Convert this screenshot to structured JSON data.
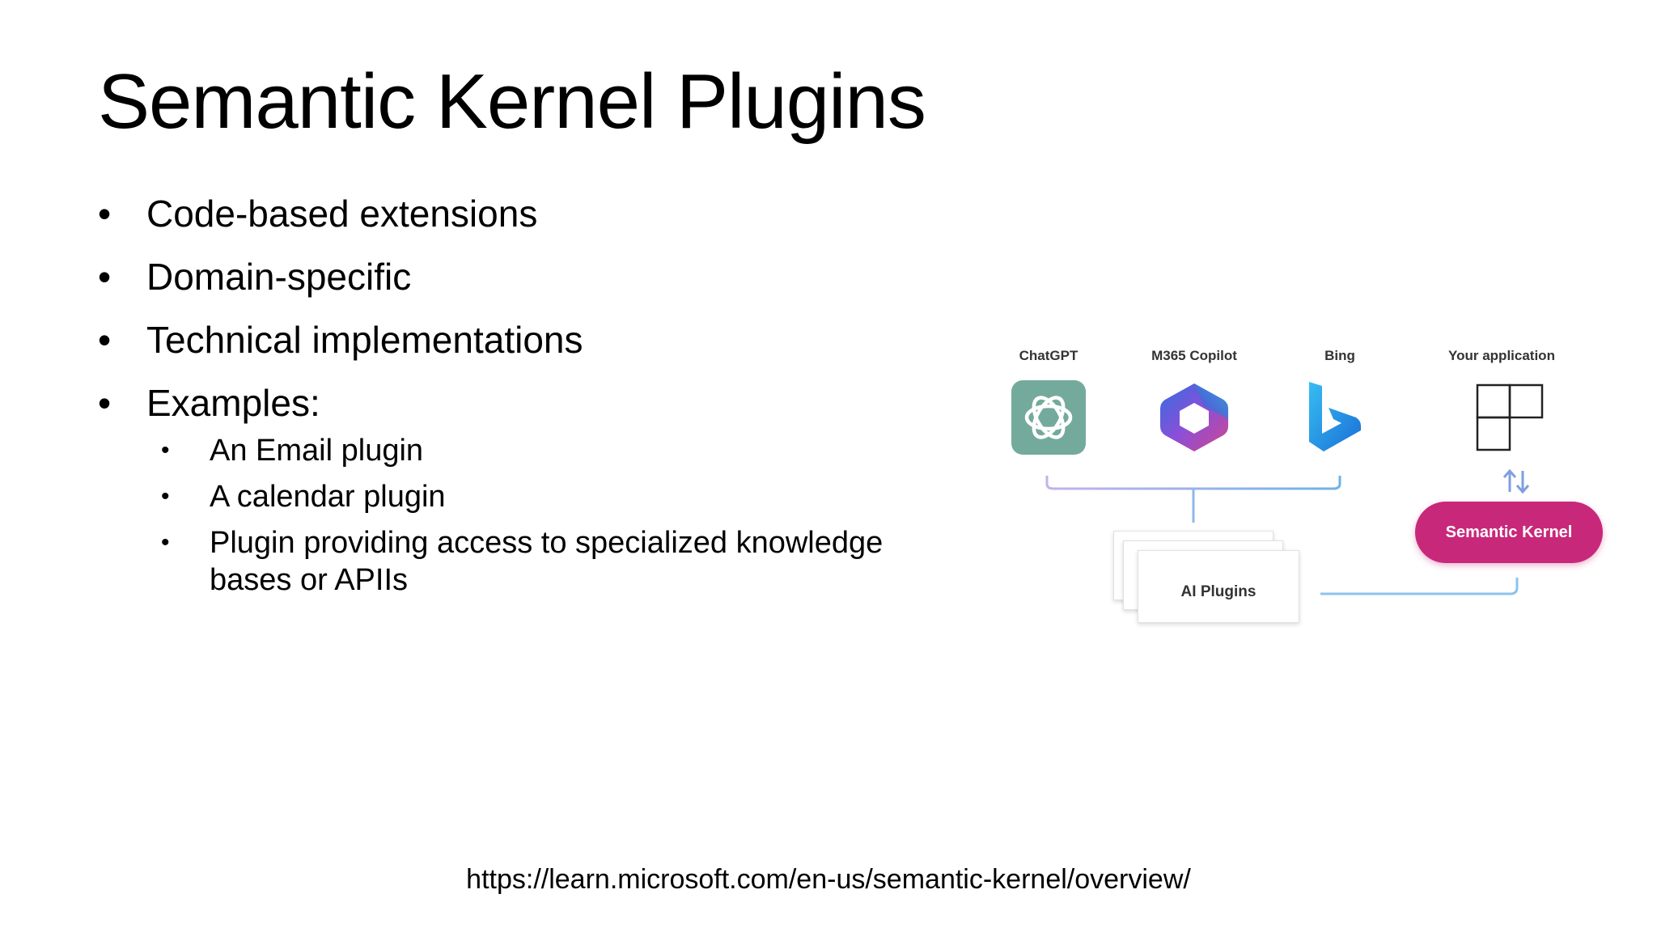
{
  "slide": {
    "title": "Semantic Kernel Plugins",
    "bullet_glyph": "•",
    "bullets": [
      "Code-based extensions",
      "Domain-specific",
      "Technical implementations",
      "Examples:"
    ],
    "sub_bullets": [
      "An Email plugin",
      "A calendar plugin",
      "Plugin providing access to specialized knowledge bases or APIIs"
    ],
    "source_url": "https://learn.microsoft.com/en-us/semantic-kernel/overview/"
  },
  "diagram": {
    "apps": [
      {
        "label": "ChatGPT",
        "icon": "chatgpt-logo-icon"
      },
      {
        "label": "M365 Copilot",
        "icon": "m365-copilot-logo-icon"
      },
      {
        "label": "Bing",
        "icon": "bing-logo-icon"
      },
      {
        "label": "Your application",
        "icon": "app-grid-icon"
      }
    ],
    "plugins_label": "AI Plugins",
    "kernel_label": "Semantic Kernel",
    "colors": {
      "chatgpt": "#74aa9c",
      "kernel": "#c8287a",
      "connector_left": "#b9a7e8",
      "connector_right": "#7db7e3",
      "bing": "#1c8ad8"
    }
  }
}
